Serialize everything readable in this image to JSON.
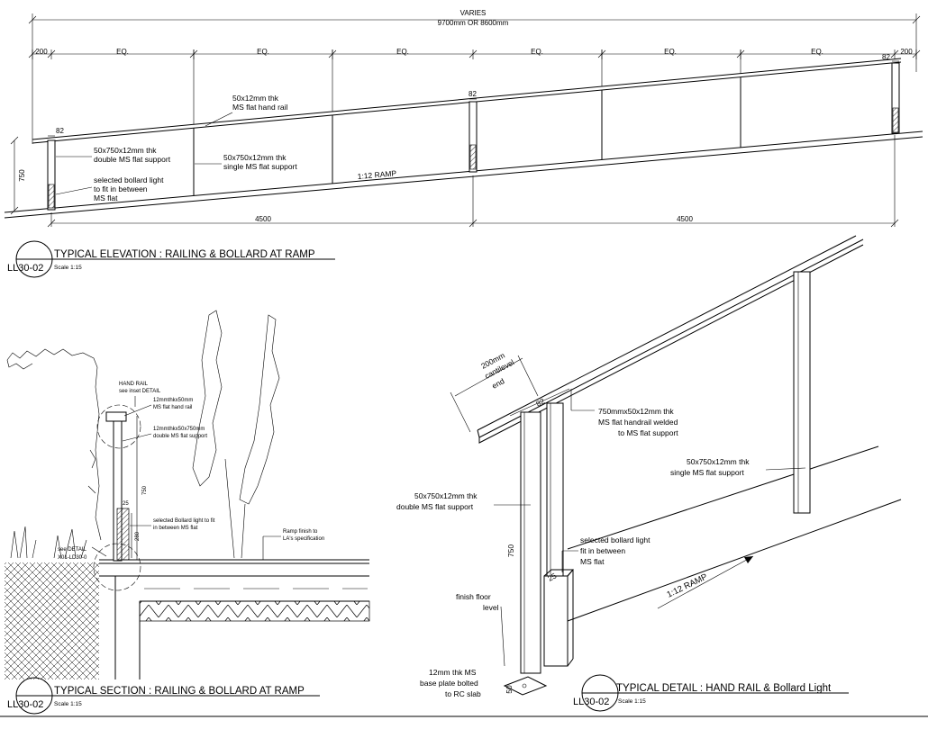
{
  "elevation": {
    "varies_label": "VARIES",
    "overall_length": "9700mm OR 8600mm",
    "end_dim": "200",
    "end_dim_right": "200",
    "eq_labels": [
      "EQ.",
      "EQ.",
      "EQ.",
      "EQ.",
      "EQ.",
      "EQ."
    ],
    "post_width_left": "82",
    "post_width_mid": "82",
    "post_width_right": "82",
    "height_dim": "750",
    "half_length_left": "4500",
    "half_length_right": "4500",
    "note_handrail": [
      "50x12mm thk",
      "MS flat hand rail"
    ],
    "note_double_support": [
      "50x750x12mm thk",
      "double MS flat support"
    ],
    "note_single_support": [
      "50x750x12mm thk",
      "single MS flat support"
    ],
    "note_bollard": [
      "selected bollard light",
      "to fit in between",
      "MS flat"
    ],
    "ramp_label": "1:12 RAMP",
    "title": "TYPICAL ELEVATION : RAILING & BOLLARD AT RAMP",
    "ref": "LL30-02",
    "scale": "Scale 1:15"
  },
  "section": {
    "note_handrail": [
      "HAND RAIL",
      "see inset DETAIL"
    ],
    "note_flat_rail": [
      "12mmthkx50mm",
      "MS flat hand rail"
    ],
    "note_flat_support": [
      "12mmthkx50x750mm",
      "double MS flat support"
    ],
    "height_dim": "750",
    "top_dim": "25",
    "bollard_dim": "280",
    "note_bollard": [
      "selected Bollard light to fit",
      "in between MS flat"
    ],
    "note_ramp_finish": [
      "Ramp finish to",
      "LA's specification"
    ],
    "note_detail": [
      "see DETAIL",
      "X01-LD30-0"
    ],
    "title": "TYPICAL SECTION : RAILING & BOLLARD AT RAMP",
    "ref": "LL30-02",
    "scale": "Scale 1:15"
  },
  "detail": {
    "cantilever": [
      "200mm",
      "cantilevel",
      "end"
    ],
    "post_width": "82",
    "note_handrail": [
      "750mmx50x12mm thk",
      "MS flat handrail welded",
      "to MS flat support"
    ],
    "note_single_support": [
      "50x750x12mm thk",
      "single MS flat support"
    ],
    "note_double_support": [
      "50x750x12mm thk",
      "double MS flat support"
    ],
    "height_dim": "750",
    "note_bollard": [
      "selected bollard light",
      "fit in between",
      "MS flat"
    ],
    "bollard_dim": "25",
    "note_floor": [
      "finish floor",
      "level"
    ],
    "note_base": [
      "12mm thk MS",
      "base plate bolted",
      "to RC slab"
    ],
    "base_dim": "50",
    "ramp_label": "1:12 RAMP",
    "title": "TYPICAL DETAIL : HAND RAIL & Bollard Light",
    "ref": "LL30-02",
    "scale": "Scale 1:15"
  }
}
